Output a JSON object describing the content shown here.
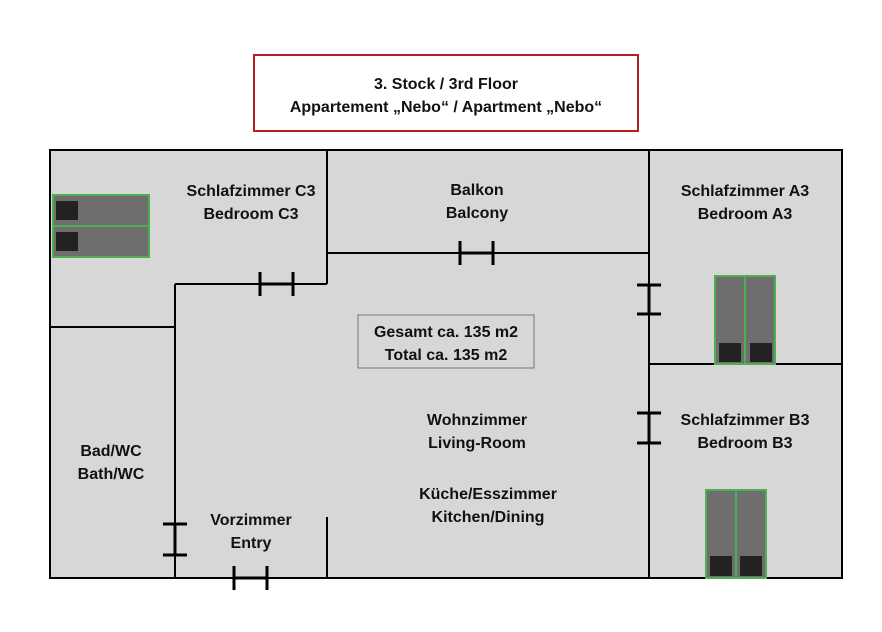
{
  "title": {
    "line1": "3. Stock / 3rd Floor",
    "line2": "Appartement „Nebo“ / Apartment „Nebo“"
  },
  "area_box": {
    "line1": "Gesamt ca. 135 m2",
    "line2": "Total ca. 135 m2"
  },
  "rooms": {
    "bedroom_c3": {
      "de": "Schlafzimmer C3",
      "en": "Bedroom C3"
    },
    "balcony": {
      "de": "Balkon",
      "en": "Balcony"
    },
    "bedroom_a3": {
      "de": "Schlafzimmer A3",
      "en": "Bedroom A3"
    },
    "bedroom_b3": {
      "de": "Schlafzimmer B3",
      "en": "Bedroom B3"
    },
    "bath": {
      "de": "Bad/WC",
      "en": "Bath/WC"
    },
    "entry": {
      "de": "Vorzimmer",
      "en": "Entry"
    },
    "living": {
      "de": "Wohnzimmer",
      "en": "Living-Room"
    },
    "kitchen": {
      "de": "Küche/Esszimmer",
      "en": "Kitchen/Dining"
    }
  },
  "colors": {
    "floor": "#d7d7d7",
    "wall": "#000000",
    "title_border": "#b22222",
    "bed_fill": "#6e6e6e",
    "bed_border": "#4caf50",
    "pillow": "#222222"
  }
}
